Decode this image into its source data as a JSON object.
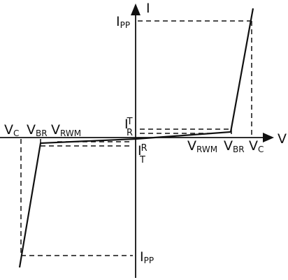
{
  "axes": {
    "x_label": "V",
    "y_label": "I"
  },
  "labels": {
    "ipp_top": {
      "main": "I",
      "sub": "PP"
    },
    "ipp_bottom": {
      "main": "I",
      "sub": "PP"
    },
    "it_top": {
      "main": "I",
      "sub": "T"
    },
    "ir_top": "R",
    "ir_bottom": {
      "main": "I",
      "sub": "R"
    },
    "it_bottom": "T",
    "vc_left": {
      "main": "V",
      "sub": "C"
    },
    "vbr_left": {
      "main": "V",
      "sub": "BR"
    },
    "vrwm_left": {
      "main": "V",
      "sub": "RWM"
    },
    "vrwm_right": {
      "main": "V",
      "sub": "RWM"
    },
    "vbr_right": {
      "main": "V",
      "sub": "BR"
    },
    "vc_right": {
      "main": "V",
      "sub": "C"
    }
  },
  "colors": {
    "ink": "#111111",
    "background": "#ffffff"
  }
}
